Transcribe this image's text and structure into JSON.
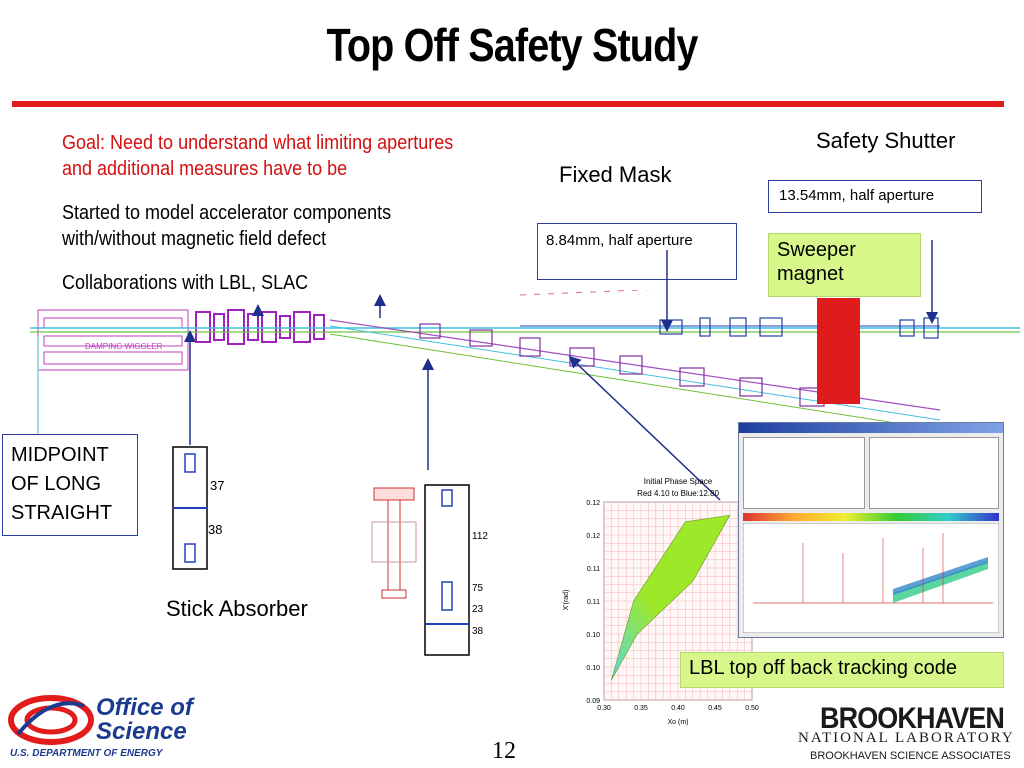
{
  "slide": {
    "title": "Top Off Safety Study",
    "goal": "Goal: Need to understand what limiting apertures and additional measures have to be",
    "bullet1": "Started to model accelerator components with/without magnetic field defect",
    "bullet2": "Collaborations with LBL, SLAC",
    "page_number": "12"
  },
  "labels": {
    "safety_shutter": "Safety Shutter",
    "fixed_mask": "Fixed Mask",
    "shutter_aperture": "13.54mm, half aperture",
    "mask_aperture": "8.84mm, half aperture",
    "sweeper_magnet": "Sweeper magnet",
    "midpoint": "MIDPOINT OF LONG STRAIGHT",
    "stick_absorber": "Stick Absorber",
    "lbl_code": "LBL top off back tracking code",
    "damping_wiggler": "DAMPING WIGGLER"
  },
  "absorber_numbers": {
    "left_a": "37",
    "left_b": "38",
    "right_a": "112",
    "right_b": "75",
    "right_c": "23",
    "right_d": "38"
  },
  "chart_data": {
    "type": "area",
    "title": "Initial Phase Space",
    "subtitle": "Red 4.10  to Blue:12.80",
    "xlabel": "Xo (m)",
    "ylabel": "X'(rad)",
    "x_ticks": [
      "0.30",
      "0.35",
      "0.40",
      "0.45",
      "0.50"
    ],
    "y_ticks": [
      "0.12",
      "0.12",
      "0.11",
      "0.11",
      "0.10",
      "0.10",
      "0.09"
    ],
    "xlim": [
      0.3,
      0.5
    ],
    "ylim": [
      0.09,
      0.12
    ],
    "polygon": [
      [
        0.31,
        0.093
      ],
      [
        0.345,
        0.1
      ],
      [
        0.42,
        0.108
      ],
      [
        0.47,
        0.118
      ],
      [
        0.41,
        0.117
      ],
      [
        0.34,
        0.105
      ]
    ],
    "grid": true,
    "colors": {
      "grid": "#f2b8b8",
      "fill_start": "#9ee82a",
      "fill_end": "#5ad6e0"
    }
  },
  "logos": {
    "office_line1": "Office of",
    "office_line2": "Science",
    "office_line3": "U.S. DEPARTMENT OF ENERGY",
    "bnl_line1": "BROOKHAVEN",
    "bnl_line2": "NATIONAL LABORATORY",
    "bnl_line3": "BROOKHAVEN SCIENCE ASSOCIATES"
  },
  "colors": {
    "title_bar": "#e21b1b",
    "goal_text": "#d21010",
    "highlight": "#d7f78a",
    "sweeper_block": "#e01b1b",
    "box_border": "#2a3fa0",
    "arrow": "#1f2f8c"
  }
}
